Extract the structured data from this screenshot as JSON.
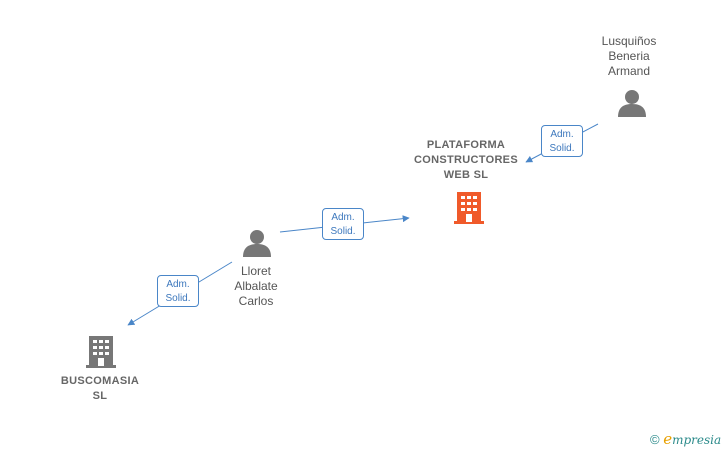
{
  "nodes": {
    "lusquinos": {
      "type": "person",
      "lines": [
        "Lusquiños",
        "Beneria",
        "Armand"
      ]
    },
    "plataforma": {
      "type": "company",
      "lines": [
        "PLATAFORMA",
        "CONSTRUCTORES",
        "WEB  SL"
      ],
      "accent": "#f05a2a"
    },
    "lloret": {
      "type": "person",
      "lines": [
        "Lloret",
        "Albalate",
        "Carlos"
      ]
    },
    "buscomasia": {
      "type": "company",
      "lines": [
        "BUSCOMASIA",
        "SL"
      ]
    }
  },
  "edges": [
    {
      "from": "lusquinos",
      "to": "plataforma",
      "lines": [
        "Adm.",
        "Solid."
      ]
    },
    {
      "from": "lloret",
      "to": "plataforma",
      "lines": [
        "Adm.",
        "Solid."
      ]
    },
    {
      "from": "lloret",
      "to": "buscomasia",
      "lines": [
        "Adm.",
        "Solid."
      ]
    }
  ],
  "footer": {
    "copyright_symbol": "©",
    "brand_initial": "e",
    "brand_rest": "mpresia"
  },
  "colors": {
    "edge": "#4a86c8",
    "icon": "#777777",
    "highlight": "#f05a2a"
  }
}
